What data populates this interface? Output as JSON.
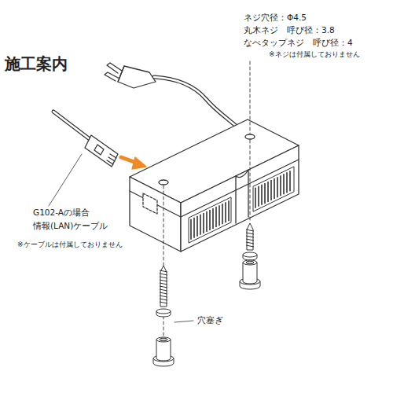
{
  "diagram": {
    "title": "施工案内",
    "labels": [
      "ネジ穴径：Φ4.5",
      "丸木ネジ　呼び径：3.8",
      "なべタップネジ　呼び径：4",
      "※ネジは付属しておりません",
      "G102-Aの場合",
      "情報(LAN)ケーブル",
      "※ケーブルは付属しておりません",
      "穴塞ぎ"
    ]
  }
}
